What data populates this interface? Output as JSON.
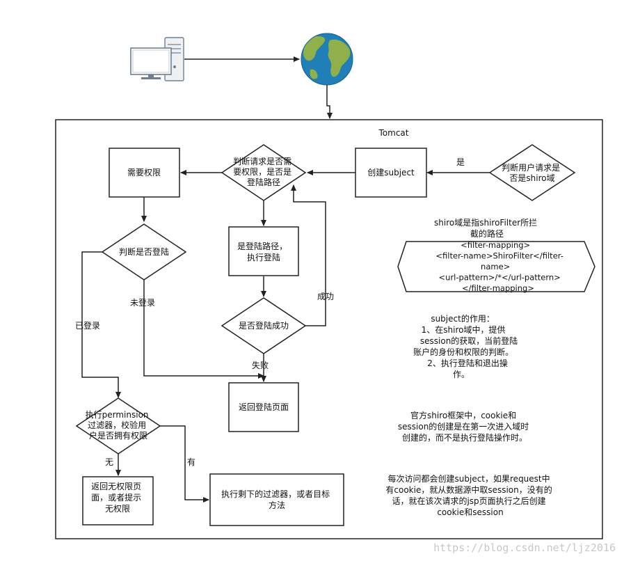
{
  "container": {
    "title": "Tomcat"
  },
  "nodes": {
    "check_shiro": [
      "判断用户请求是",
      "否是shiro域"
    ],
    "create_subject": [
      "创建subject"
    ],
    "check_perm_path": [
      "判断请求是否需",
      "要权限，是否是",
      "登陆路径"
    ],
    "need_perm": [
      "需要权限"
    ],
    "is_login_path": [
      "是登陆路径，",
      "执行登陆"
    ],
    "check_logged_in": [
      "判断是否登陆"
    ],
    "check_login_success": [
      "是否登陆成功"
    ],
    "return_login_page": [
      "返回登陆页面"
    ],
    "perm_filter": [
      "执行perminsion",
      "过滤器，校验用",
      "户是否拥有权限"
    ],
    "no_perm_page": [
      "返回无权限页",
      "面，或者提示",
      "无权限"
    ],
    "remaining_filters": [
      "执行剩下的过滤器，或者目标",
      "方法"
    ],
    "filter_mapping": [
      "<filter-mapping>",
      "<filter-name>ShiroFilter</filter-",
      "name>",
      "<url-pattern>/*</url-pattern>",
      "</filter-mapping>"
    ]
  },
  "edge_labels": {
    "yes": "是",
    "success": "成功",
    "fail": "失败",
    "not_logged_in": "未登录",
    "logged_in": "已登录",
    "none": "无",
    "has": "有"
  },
  "notes": {
    "shiro_domain": [
      "shiro域是指shiroFilter所拦",
      "截的路径"
    ],
    "subject_role": [
      "subject的作用：",
      "",
      "1、在shiro域中，提供",
      "session的获取，当前登陆",
      "账户的身份和权限的判断。",
      "2、执行登陆和退出操",
      "作。"
    ],
    "cookie_session": [
      "官方shiro框架中，cookie和",
      "session的创建是在第一次进入域时",
      "创建的，而不是执行登陆操作时。"
    ],
    "every_visit": [
      "每次访问都会创建subject，如果request中",
      "有cookie，就从数据源中取session，没有的",
      "话，就在该次请求的jsp页面执行之后创建",
      "cookie和session"
    ]
  },
  "watermark": "https://blog.csdn.net/ljz2016",
  "colors": {
    "line": "#222222",
    "globe_ocean": "#1f7fb6",
    "globe_land": "#8fb04a",
    "computer": "#6f7f8f"
  }
}
